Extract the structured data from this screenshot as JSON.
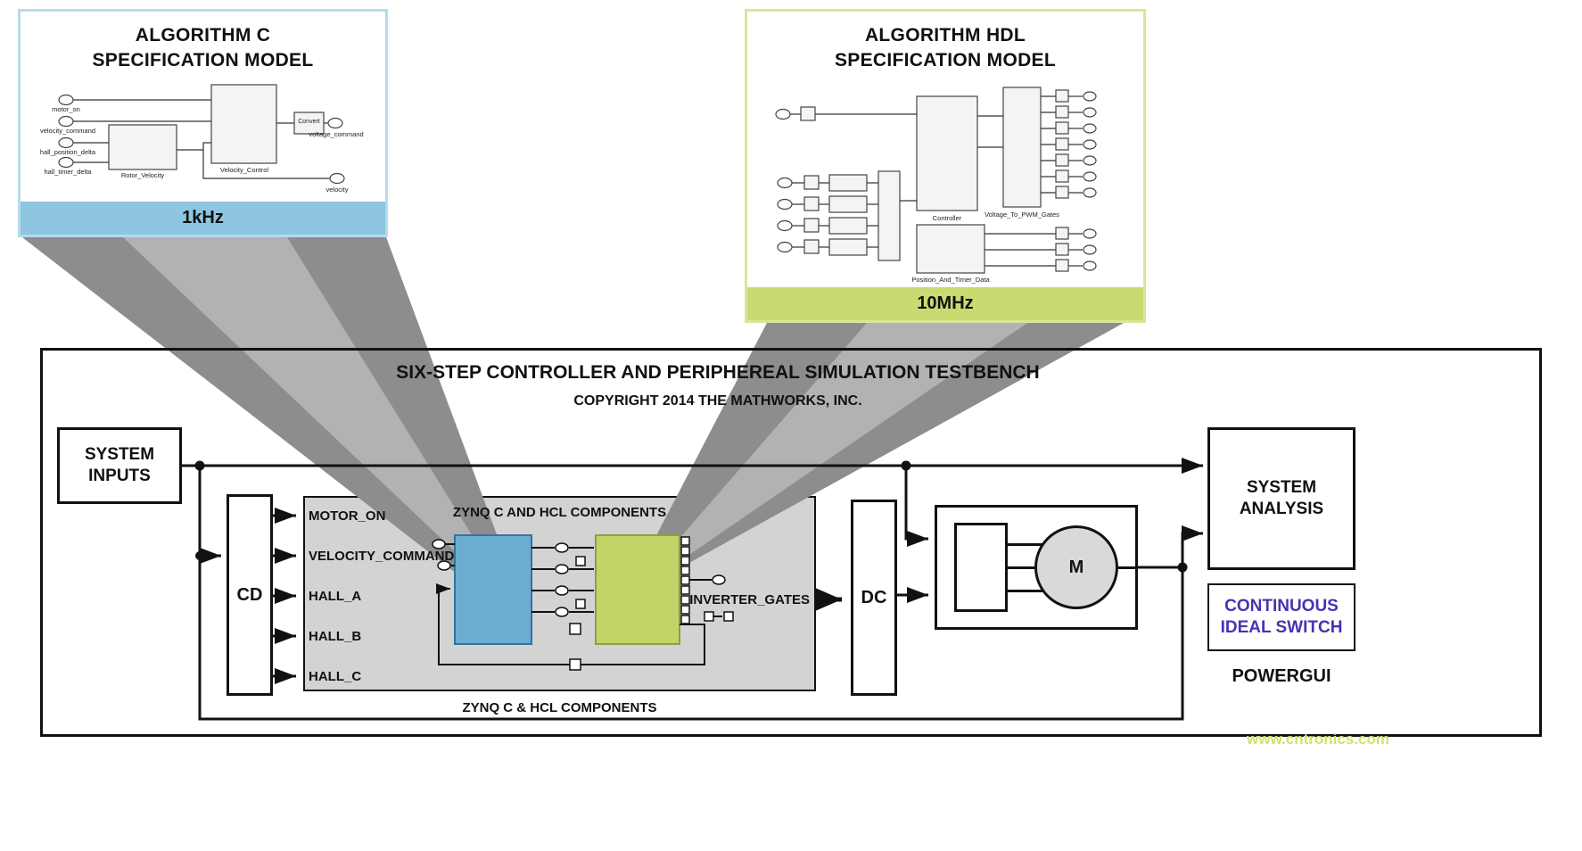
{
  "colors": {
    "c_border": "#b6dbee",
    "c_accent": "#8ec6e2",
    "c_block": "#6caed3",
    "hdl_border": "#d8e69a",
    "hdl_accent": "#c9da70",
    "hdl_block": "#c2d467",
    "panel_gray": "#d3d3d3",
    "beam": "#b2b2b2",
    "beam_dark": "#8d8d8d",
    "switch_text": "#4534b2",
    "watermark": "#d4e06e"
  },
  "callout_c": {
    "title_line1": "ALGORITHM C",
    "title_line2": "SPECIFICATION MODEL",
    "frequency": "1kHz",
    "inputs": [
      "motor_on",
      "velocity_command",
      "hall_position_delta",
      "hall_timer_delta"
    ],
    "blocks": {
      "rotor_velocity": "Rotor_Velocity",
      "velocity_control": "Velocity_Control",
      "convert": "Convert"
    },
    "outputs": [
      "voltage_command",
      "velocity"
    ]
  },
  "callout_hdl": {
    "title_line1": "ALGORITHM HDL",
    "title_line2": "SPECIFICATION MODEL",
    "frequency": "10MHz",
    "blocks": {
      "controller": "Controller",
      "voltage_to_pwm": "Voltage_To_PWM_Gates",
      "position_timer": "Position_And_Timer_Data"
    }
  },
  "testbench": {
    "title": "SIX-STEP CONTROLLER AND PERIPHEREAL SIMULATION TESTBENCH",
    "subtitle": "COPYRIGHT 2014 THE MATHWORKS, INC.",
    "system_inputs": {
      "line1": "SYSTEM",
      "line2": "INPUTS"
    },
    "cd": "CD",
    "dc": "DC",
    "motor": "M",
    "zynq_title": "ZYNQ C AND HCL COMPONENTS",
    "zynq_footer": "ZYNQ C & HCL COMPONENTS",
    "signals": [
      "MOTOR_ON",
      "VELOCITY_COMMAND",
      "HALL_A",
      "HALL_B",
      "HALL_C"
    ],
    "inverter_gates": "INVERTER_GATES",
    "system_analysis": {
      "line1": "SYSTEM",
      "line2": "ANALYSIS"
    },
    "powergui_switch": {
      "line1": "CONTINUOUS",
      "line2": "IDEAL SWITCH"
    },
    "powergui": "POWERGUI"
  },
  "watermark": "www.cntronics.com"
}
